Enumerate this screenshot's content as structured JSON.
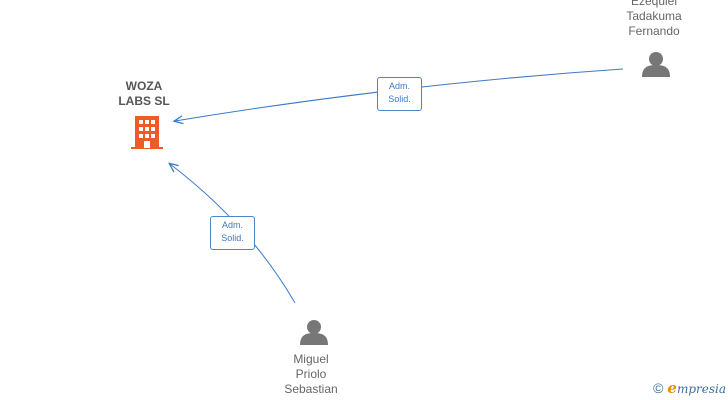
{
  "nodes": {
    "company": {
      "lines": [
        "WOZA",
        "LABS  SL"
      ],
      "color": "#f05a24"
    },
    "person_top": {
      "lines": [
        "Ezequiel",
        "Tadakuma",
        "Fernando"
      ]
    },
    "person_bottom": {
      "lines": [
        "Miguel",
        "Priolo",
        "Sebastian"
      ]
    }
  },
  "edges": {
    "top": {
      "lines": [
        "Adm.",
        "Solid."
      ]
    },
    "bottom": {
      "lines": [
        "Adm.",
        "Solid."
      ]
    }
  },
  "colors": {
    "edge": "#3b7bc4",
    "person": "#777777"
  },
  "footer": {
    "copyright": "©",
    "brand_initial": "e",
    "brand_rest": "mpresia"
  }
}
